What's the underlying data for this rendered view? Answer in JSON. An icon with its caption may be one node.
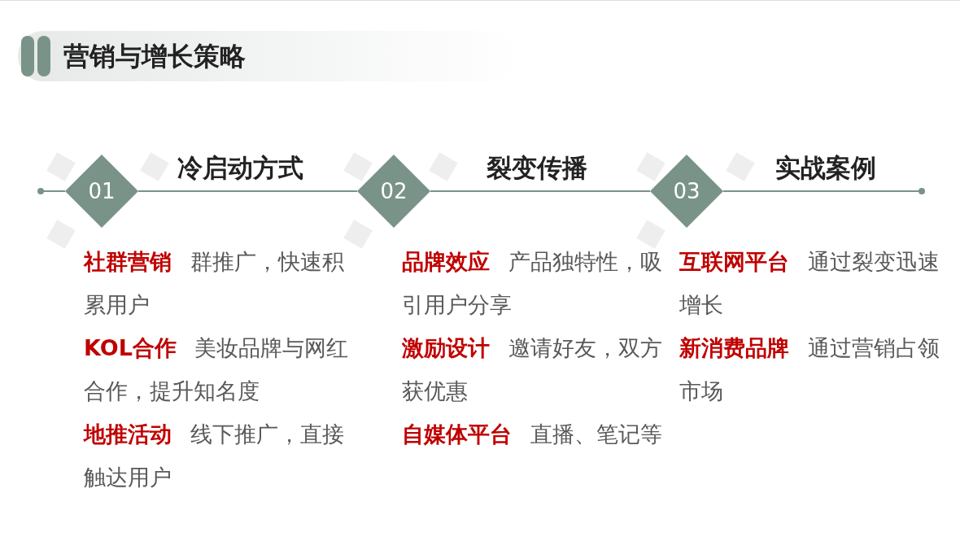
{
  "diagram": {
    "title": "营销与增长策略",
    "nodes": [
      {
        "text": [
          "01"
        ],
        "beside": [
          "冷启动方式"
        ]
      },
      {
        "text": [
          "02"
        ],
        "beside": [
          "裂变传播"
        ]
      },
      {
        "text": [
          "03"
        ],
        "beside": [
          "实战案例"
        ]
      }
    ],
    "edges": [
      {
        "from": null,
        "to": 0,
        "arrow": "other"
      },
      {
        "from": 0,
        "to": 1,
        "arrow": "none"
      },
      {
        "from": 1,
        "to": 2,
        "arrow": "none"
      },
      {
        "from": 2,
        "to": null,
        "arrow": "other"
      }
    ],
    "labels": [
      "**社群营销** 群推广，快速积累用户",
      "**KOL合作** 美妆品牌与网红合作，提升知名度",
      "**地推活动** 线下推广，直接触达用户",
      "**品牌效应** 产品独特性，吸引用户分享",
      "**激励设计** 邀请好友，双方获优惠",
      "**自媒体平台** 直播、笔记等",
      "**互联网平台** 通过裂变迅速增长",
      "**新消费品牌** 通过营销占领市场"
    ]
  }
}
